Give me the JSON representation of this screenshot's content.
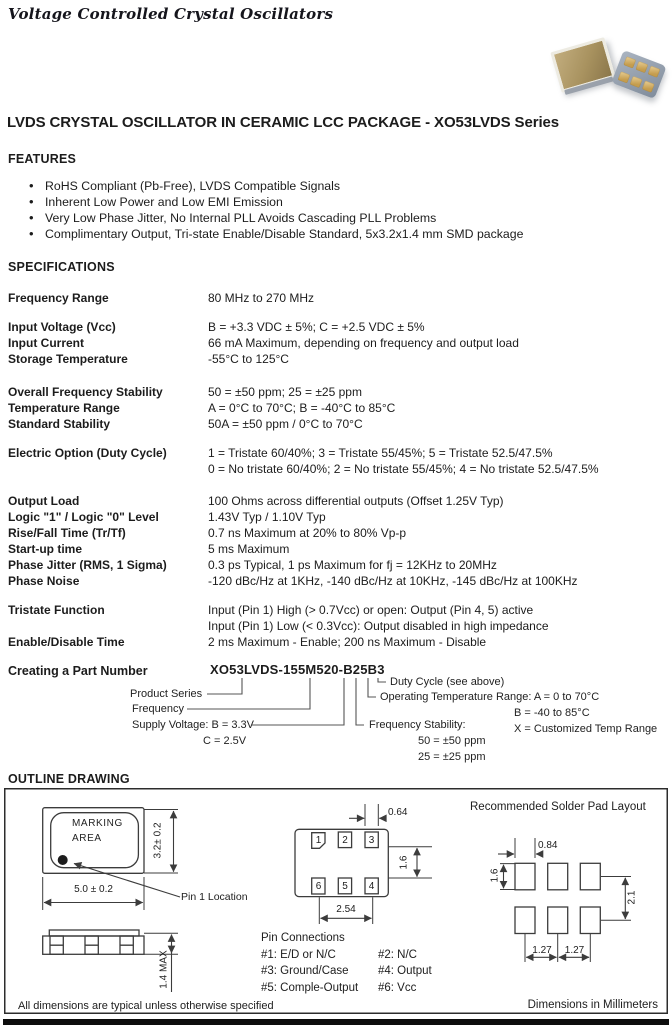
{
  "header": {
    "doc_title": "Voltage Controlled Crystal Oscillators",
    "product_title": "LVDS CRYSTAL OSCILLATOR IN CERAMIC LCC PACKAGE - XO53LVDS Series"
  },
  "features": {
    "heading": "FEATURES",
    "items": [
      "RoHS Compliant (Pb-Free), LVDS Compatible Signals",
      "Inherent Low Power and Low EMI Emission",
      "Very Low Phase Jitter, No Internal PLL Avoids Cascading PLL Problems",
      "Complimentary Output, Tri-state Enable/Disable Standard, 5x3.2x1.4 mm SMD package"
    ]
  },
  "specifications": {
    "heading": "SPECIFICATIONS",
    "rows": [
      {
        "label": "Frequency Range",
        "value": "80 MHz to 270 MHz"
      },
      {
        "label": "Input Voltage (Vcc)",
        "value": "B = +3.3 VDC ± 5%;  C = +2.5 VDC ± 5%"
      },
      {
        "label": "Input Current",
        "value": "66 mA Maximum, depending on frequency and output load"
      },
      {
        "label": "Storage Temperature",
        "value": "-55°C to 125°C"
      },
      {
        "label": "Overall Frequency Stability",
        "value": "50 = ±50 ppm;  25 = ±25 ppm"
      },
      {
        "label": "Temperature Range",
        "value": "A = 0°C to 70°C;  B = -40°C to 85°C"
      },
      {
        "label": "Standard Stability",
        "value": "50A = ±50 ppm / 0°C to 70°C"
      },
      {
        "label": "Electric Option (Duty Cycle)",
        "value": "1 = Tristate 60/40%; 3 = Tristate 55/45%; 5 = Tristate 52.5/47.5%"
      },
      {
        "label": "",
        "value": "0 = No tristate 60/40%; 2 = No tristate 55/45%; 4 = No tristate 52.5/47.5%"
      },
      {
        "label": "Output Load",
        "value": "100 Ohms across differential outputs (Offset 1.25V Typ)"
      },
      {
        "label": "Logic \"1\" / Logic \"0\" Level",
        "value": "1.43V Typ / 1.10V Typ"
      },
      {
        "label": "Rise/Fall Time (Tr/Tf)",
        "value": "0.7 ns Maximum at 20% to 80% Vp-p"
      },
      {
        "label": "Start-up time",
        "value": "5 ms Maximum"
      },
      {
        "label": "Phase Jitter (RMS, 1 Sigma)",
        "value": "0.3 ps Typical, 1 ps Maximum for fj = 12KHz to 20MHz"
      },
      {
        "label": "Phase Noise",
        "value": "-120 dBc/Hz at 1KHz, -140 dBc/Hz at 10KHz, -145 dBc/Hz at 100KHz"
      },
      {
        "label": "Tristate Function",
        "value": "Input (Pin 1) High (> 0.7Vcc) or open: Output (Pin 4, 5) active"
      },
      {
        "label": "",
        "value": "Input (Pin 1) Low (< 0.3Vcc): Output disabled in high impedance"
      },
      {
        "label": "Enable/Disable Time",
        "value": "2 ms Maximum - Enable;  200 ns Maximum - Disable"
      }
    ]
  },
  "part_number": {
    "heading": "Creating a Part Number",
    "example": "XO53LVDS-155M520-B25B3",
    "product_series": "Product Series",
    "frequency": "Frequency",
    "supply_voltage_b": "Supply Voltage: B = 3.3V",
    "supply_voltage_c": "C = 2.5V",
    "duty_cycle": "Duty Cycle (see above)",
    "op_temp_a": "Operating Temperature Range: A = 0 to 70°C",
    "op_temp_b": "B = -40 to 85°C",
    "op_temp_x": "X = Customized Temp Range",
    "freq_stability": "Frequency Stability:",
    "freq_stability_50": "50 = ±50 ppm",
    "freq_stability_25": "25 = ±25 ppm"
  },
  "outline": {
    "heading": "OUTLINE DRAWING",
    "top_view": {
      "marking_line1": "MARKING",
      "marking_line2": "AREA",
      "width_dim": "5.0 ± 0.2",
      "height_dim": "3.2± 0.2",
      "pin1_label": "Pin 1 Location"
    },
    "side_view": {
      "height_dim": "1.4 MAX"
    },
    "bottom_view": {
      "pins_top": [
        "1",
        "2",
        "3"
      ],
      "pins_bottom": [
        "6",
        "5",
        "4"
      ],
      "pad_width_dim": "0.64",
      "row_gap_dim": "1.6",
      "pitch_dim": "2.54"
    },
    "solder_pad": {
      "title": "Recommended Solder Pad Layout",
      "pad_width_dim": "0.84",
      "pad_height_dim": "1.6",
      "row_pitch_dim": "2.1",
      "col_pitch_dim_left": "1.27",
      "col_pitch_dim_right": "1.27"
    },
    "pin_connections": {
      "heading": "Pin Connections",
      "rows": [
        [
          "#1: E/D or N/C",
          "#2: N/C"
        ],
        [
          "#3: Ground/Case",
          "#4: Output"
        ],
        [
          "#5: Comple-Output",
          "#6: Vcc"
        ]
      ]
    },
    "footer_left": "All dimensions are typical unless otherwise specified",
    "footer_right": "Dimensions in Millimeters"
  }
}
